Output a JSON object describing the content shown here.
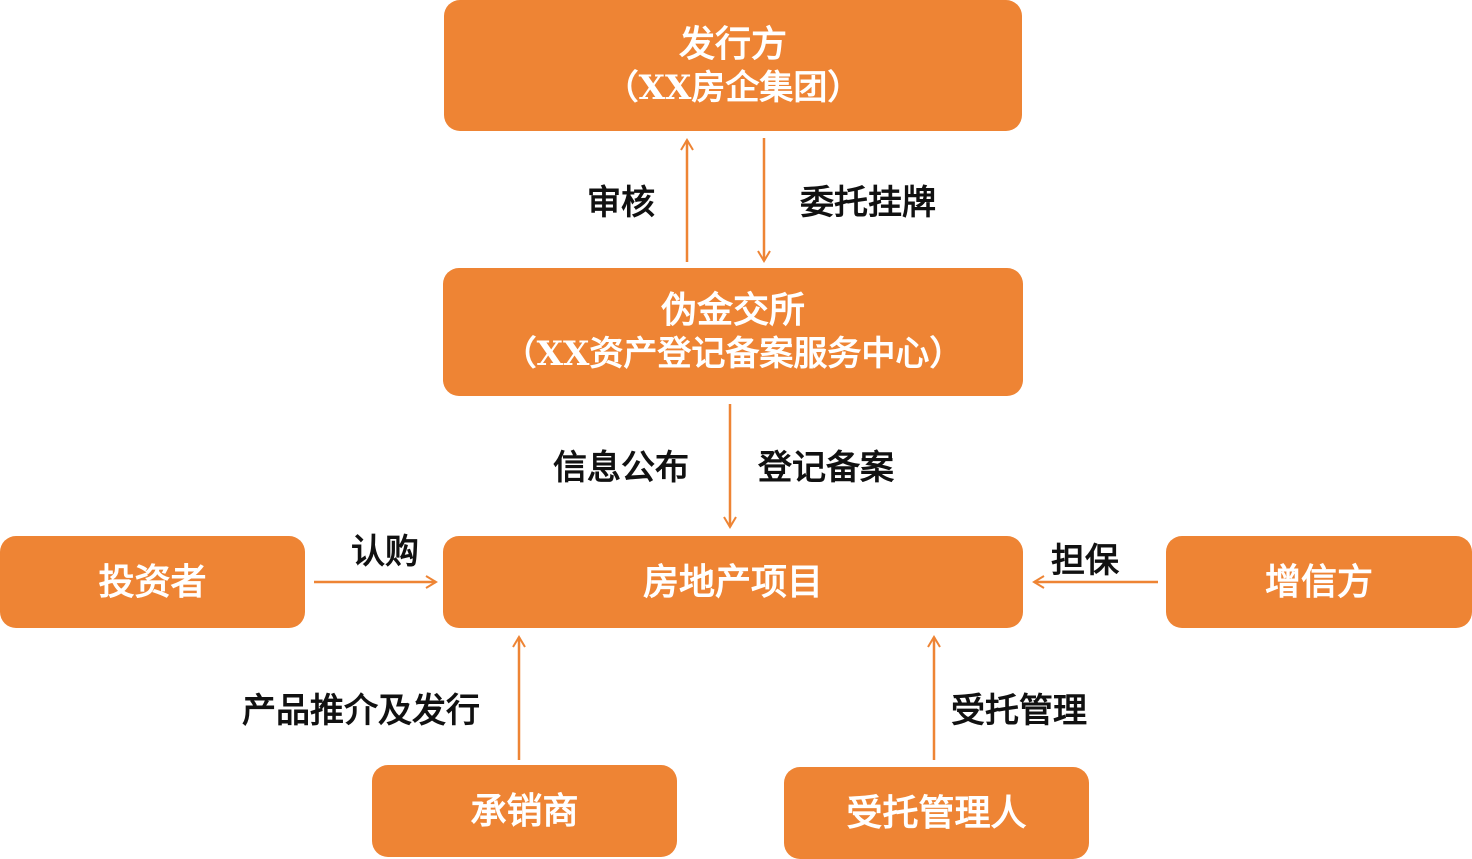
{
  "nodes": {
    "issuer": {
      "line1": "发行方",
      "line2": "（XX房企集团）"
    },
    "exchange": {
      "line1": "伪金交所",
      "line2": "（XX资产登记备案服务中心）"
    },
    "project": {
      "line1": "房地产项目"
    },
    "investor": {
      "line1": "投资者"
    },
    "guarantor": {
      "line1": "增信方"
    },
    "underwriter": {
      "line1": "承销商"
    },
    "trustee": {
      "line1": "受托管理人"
    }
  },
  "edges": {
    "review": "审核",
    "entrust_listing": "委托挂牌",
    "info_publish": "信息公布",
    "registration": "登记备案",
    "subscribe": "认购",
    "guarantee": "担保",
    "promotion_issuance": "产品推介及发行",
    "trust_management": "受托管理"
  },
  "colors": {
    "node_fill": "#ee8434",
    "node_text": "#ffffff",
    "arrow": "#ee8434",
    "label_text": "#111111"
  }
}
